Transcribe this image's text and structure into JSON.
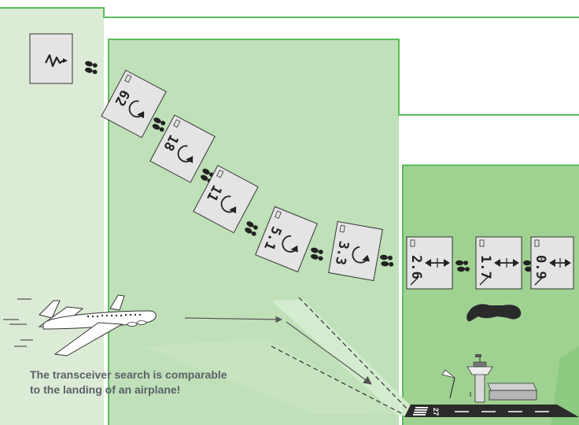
{
  "caption": {
    "line1": "The transceiver search is comparable",
    "line2": "to the landing of an airplane!"
  },
  "displays": {
    "signal": {
      "icon": "signal-search-icon"
    },
    "diagonal": [
      {
        "distance": "62",
        "direction": "turn-left-arrow-icon"
      },
      {
        "distance": "18",
        "direction": "turn-left-arrow-icon"
      },
      {
        "distance": "11",
        "direction": "turn-left-arrow-icon"
      },
      {
        "distance": "5.1",
        "direction": "turn-left-arrow-icon"
      },
      {
        "distance": "3.3",
        "direction": "turn-left-arrow-icon"
      }
    ],
    "fine": [
      {
        "distance": "2.6",
        "direction": "double-arrow-icon"
      },
      {
        "distance": "1.7",
        "direction": "double-arrow-icon"
      },
      {
        "distance": "0.9",
        "direction": "double-arrow-icon"
      }
    ]
  },
  "runway": {
    "number": "27"
  },
  "colors": {
    "zone_light": "#dcebd6",
    "zone_mid": "#bfe0b8",
    "zone_dark": "#9fd291",
    "zone_line": "#5cbd5c",
    "device": "#e4e4e4",
    "footprint": "#222222"
  }
}
